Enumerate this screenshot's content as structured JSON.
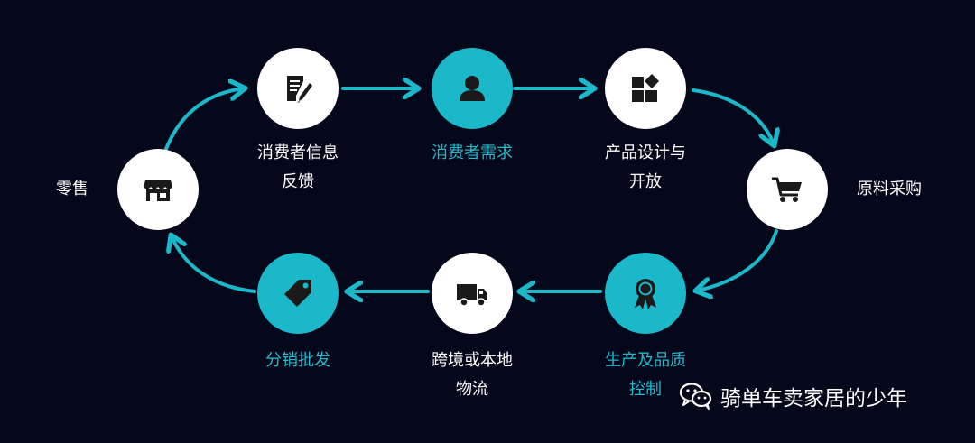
{
  "colors": {
    "background": "#05071a",
    "accent": "#1bb8c9",
    "white": "#ffffff",
    "icon": "#1a1a1a"
  },
  "nodes": {
    "retail": {
      "label_lines": [
        "零售"
      ],
      "icon": "store-icon"
    },
    "feedback": {
      "label_lines": [
        "消费者信息",
        "反馈"
      ],
      "icon": "document-pen-icon"
    },
    "demand": {
      "label_lines": [
        "消费者需求"
      ],
      "icon": "user-icon"
    },
    "design": {
      "label_lines": [
        "产品设计与",
        "开放"
      ],
      "icon": "grid-shapes-icon"
    },
    "procurement": {
      "label_lines": [
        "原料采购"
      ],
      "icon": "shopping-cart-icon"
    },
    "production": {
      "label_lines": [
        "生产及品质",
        "控制"
      ],
      "icon": "award-ribbon-icon"
    },
    "logistics": {
      "label_lines": [
        "跨境或本地",
        "物流"
      ],
      "icon": "delivery-truck-icon"
    },
    "distribution": {
      "label_lines": [
        "分销批发"
      ],
      "icon": "price-tag-icon"
    }
  },
  "watermark": {
    "text": "骑单车卖家居的少年",
    "icon": "wechat-icon"
  }
}
